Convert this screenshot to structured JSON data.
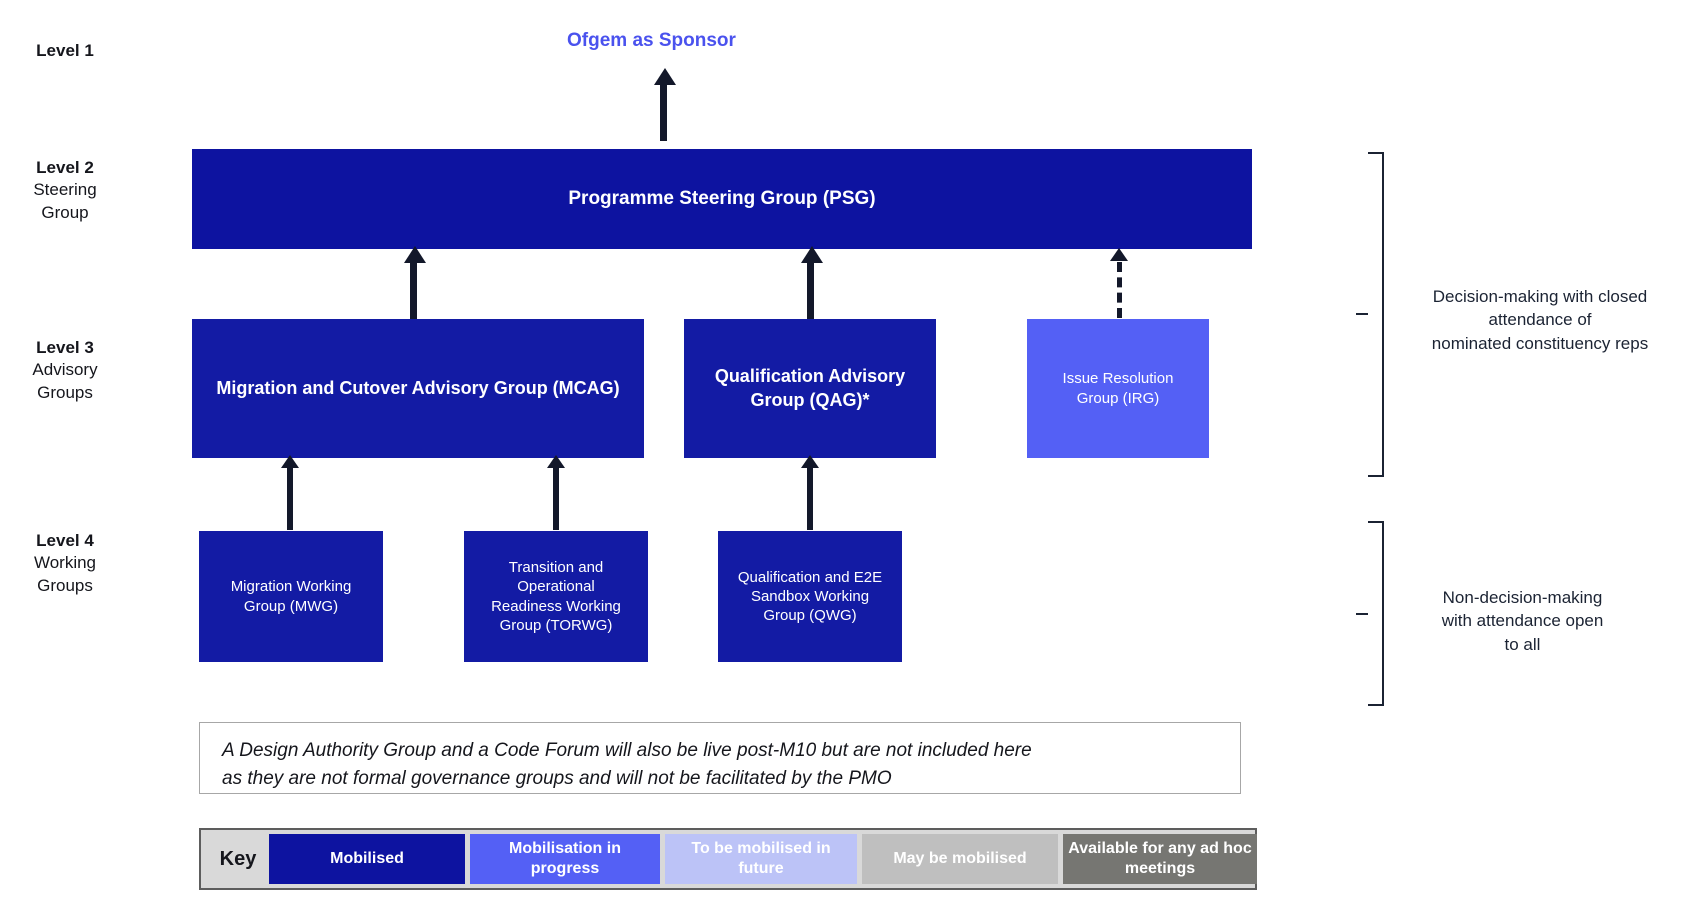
{
  "levels": [
    {
      "title": "Level 1",
      "sub": ""
    },
    {
      "title": "Level 2",
      "sub": "Steering\nGroup"
    },
    {
      "title": "Level 3",
      "sub": "Advisory\nGroups"
    },
    {
      "title": "Level 4",
      "sub": "Working\nGroups"
    }
  ],
  "level_labels": {
    "l1_title": "Level 1",
    "l2_title": "Level 2",
    "l2_sub_1": "Steering",
    "l2_sub_2": "Group",
    "l3_title": "Level 3",
    "l3_sub_1": "Advisory",
    "l3_sub_2": "Groups",
    "l4_title": "Level 4",
    "l4_sub_1": "Working",
    "l4_sub_2": "Groups"
  },
  "sponsor": {
    "label": "Ofgem as Sponsor",
    "color": "#4a52ee"
  },
  "nodes": {
    "psg": {
      "label": "Programme Steering Group (PSG)",
      "color": "#0d13a0",
      "status": "Mobilised"
    },
    "mcag": {
      "label": "Migration and Cutover Advisory Group (MCAG)",
      "color": "#131ba4",
      "status": "Mobilised"
    },
    "qag": {
      "label": "Qualification Advisory Group (QAG)*",
      "color": "#131ba4",
      "status": "Mobilised"
    },
    "irg": {
      "label": "Issue Resolution Group (IRG)",
      "color": "#5460f5",
      "status": "Mobilisation in progress"
    },
    "mwg": {
      "label": "Migration Working Group (MWG)",
      "color": "#131ba4",
      "status": "Mobilised"
    },
    "torwg": {
      "label": "Transition and Operational Readiness Working Group (TORWG)",
      "color": "#131ba4",
      "status": "Mobilised"
    },
    "qwg": {
      "label": "Qualification and E2E Sandbox Working Group (QWG)",
      "color": "#131ba4",
      "status": "Mobilised"
    }
  },
  "brackets": {
    "upper_text_1": "Decision-making with closed",
    "upper_text_2": "attendance of",
    "upper_text_3": "nominated constituency reps",
    "lower_text_1": "Non-decision-making",
    "lower_text_2": "with attendance open",
    "lower_text_3": "to all"
  },
  "note": {
    "line1": "A Design Authority Group and a Code Forum will also be live post-M10 but are not included here",
    "line2": "as they are not formal governance groups and will not be facilitated by the PMO"
  },
  "key": {
    "caption": "Key",
    "items": [
      {
        "label": "Mobilised",
        "color": "#0d13a0",
        "text_color": "#ffffff"
      },
      {
        "label": "Mobilisation in progress",
        "color": "#5460f5",
        "text_color": "#ffffff"
      },
      {
        "label": "To be mobilised in future",
        "color": "#bcc3f7",
        "text_color": "#ffffff"
      },
      {
        "label": "May be mobilised",
        "color": "#bfbfbf",
        "text_color": "#ffffff"
      },
      {
        "label": "Available for any ad hoc meetings",
        "color": "#767672",
        "text_color": "#ffffff"
      }
    ]
  }
}
